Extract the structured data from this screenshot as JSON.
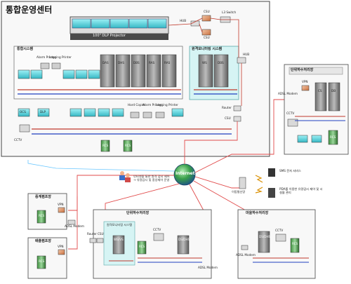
{
  "center": {
    "title": "통합운영센터",
    "projector_label": "100\" DLP Projector",
    "integrated_system": "통합시스템",
    "alarm_printer": "Alarm Printer",
    "logging_printer": "Logging Printer",
    "monitoring_system": "원격모니터링 시스템",
    "hub": "HUB",
    "csu": "CSU",
    "l3_switch": "L3 Switch",
    "router": "Router",
    "cctv": "CCTV",
    "hard_copier": "Hard Copier",
    "servers_integrated": [
      "DAS",
      "DHS",
      "DBS",
      "RAS",
      "RAS"
    ],
    "servers_monitoring": [
      "WS",
      "DBS"
    ],
    "ocs": "OCS",
    "dlp": "DLP",
    "rcs": "RCS"
  },
  "internet": {
    "label": "Internet",
    "description": "인터넷을 통한 원격 감시 제어\n→ 유량감시 및 중앙제어 운영"
  },
  "mobile": {
    "network_label": "이동통신망",
    "sms_label": "SMS 문자 서비스",
    "pda_label": "PDA를 이용한 유량감시 제어 및 시설물 관리"
  },
  "sites": {
    "east": {
      "title": "단위하수처리장",
      "servers": [
        "CS",
        "DB"
      ],
      "vpn": "VPN",
      "adsl": "ADSL Modem",
      "cctv": "CCTV",
      "rcs": "RCS"
    },
    "pump": {
      "title": "중계펌프장",
      "vpn": "VPN",
      "rcs": "RCS"
    },
    "branch": {
      "title": "배출펌프장",
      "vpn": "VPN",
      "rcs": "RCS",
      "adsl": "ADSL Modem"
    },
    "bottom_main": {
      "title": "단위하수처리장",
      "subsystem": "원격모니터링 시스템",
      "servers": [
        "WS/VS",
        "DS/DHS"
      ],
      "router": "Router",
      "csu": "CSU",
      "cctv": "CCTV",
      "rcs": "RCS",
      "adsl": "ADSL Modem"
    },
    "bottom_right": {
      "title": "마을하수처리장",
      "servers": [
        "DS/DHS"
      ],
      "cctv": "CCTV",
      "rcs": "RCS",
      "adsl": "ADSL Modem"
    }
  }
}
